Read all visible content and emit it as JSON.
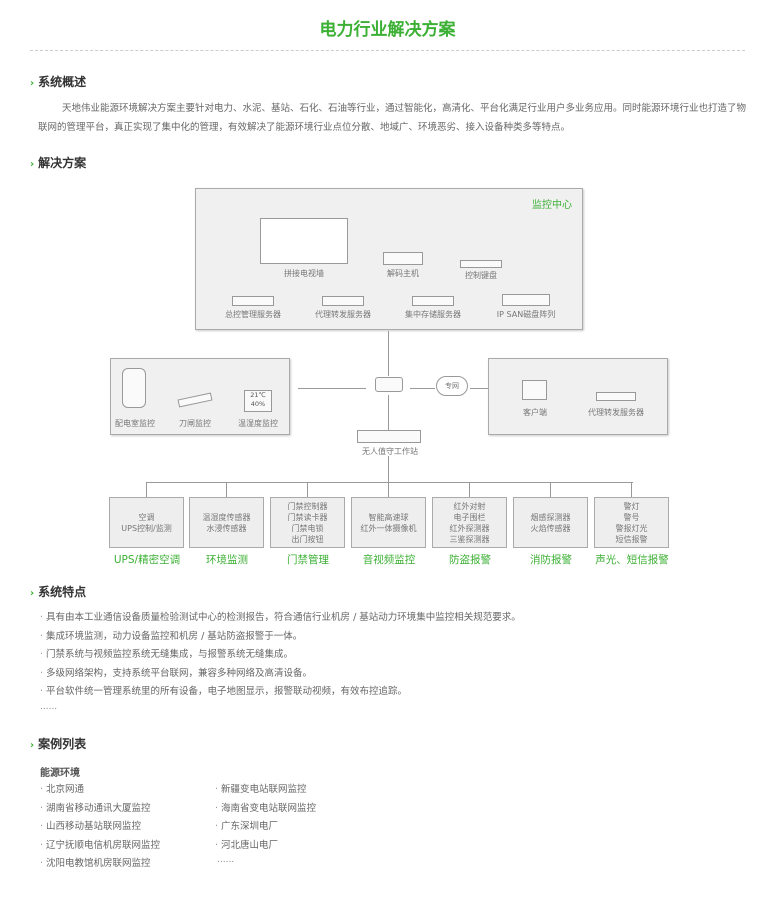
{
  "title": "电力行业解决方案",
  "sections": {
    "overview": {
      "heading": "系统概述",
      "text": "天地伟业能源环境解决方案主要针对电力、水泥、基站、石化、石油等行业，通过智能化，高清化、平台化满足行业用户多业务应用。同时能源环境行业也打造了物联网的管理平台，真正实现了集中化的管理，有效解决了能源环境行业点位分散、地域广、环境恶劣、接入设备种类多等特点。"
    },
    "solution": {
      "heading": "解决方案"
    },
    "features": {
      "heading": "系统特点",
      "items": [
        "具有由本工业通信设备质量检验测试中心的检测报告，符合通信行业机房 / 基站动力环境集中监控相关规范要求。",
        "集成环境监测，动力设备监控和机房 / 基站防盗报警于一体。",
        "门禁系统与视频监控系统无缝集成，与报警系统无缝集成。",
        "多级网络架构，支持系统平台联网，兼容多种网络及高清设备。",
        "平台软件统一管理系统里的所有设备，电子地图显示，报警联动视频，有效布控追踪。"
      ],
      "more": "......"
    },
    "cases": {
      "heading": "案例列表",
      "subheading": "能源环境",
      "col1": [
        "北京网通",
        "湖南省移动通讯大厦监控",
        "山西移动基站联网监控",
        "辽宁抚顺电信机房联网监控",
        "沈阳电教馆机房联网监控"
      ],
      "col2": [
        "新疆变电站联网监控",
        "海南省变电站联网监控",
        "广东深圳电厂",
        "河北唐山电厂"
      ],
      "more": "......"
    }
  },
  "diagram": {
    "center": {
      "title": "监控中心",
      "devices": [
        "拼接电视墙",
        "解码主机",
        "控制键盘",
        "总控管理服务器",
        "代理转发服务器",
        "集中存储服务器",
        "IP SAN磁盘阵列"
      ]
    },
    "left": [
      "配电室监控",
      "刀闸监控",
      "温湿度监控"
    ],
    "sensor_text": [
      "21℃",
      "40%"
    ],
    "right": [
      "客户端",
      "代理转发服务器"
    ],
    "cloud": "专网",
    "workstation": "无人值守工作站",
    "modules": [
      {
        "lines": [
          "空调",
          "UPS控制/监测"
        ],
        "label": "UPS/精密空调"
      },
      {
        "lines": [
          "温湿度传感器",
          "水浸传感器"
        ],
        "label": "环境监测"
      },
      {
        "lines": [
          "门禁控制器",
          "门禁读卡器",
          "门禁电锁",
          "出门按钮"
        ],
        "label": "门禁管理"
      },
      {
        "lines": [
          "智能高速球",
          "红外一体摄像机"
        ],
        "label": "音视频监控"
      },
      {
        "lines": [
          "红外对射",
          "电子围栏",
          "红外探测器",
          "三鉴探测器"
        ],
        "label": "防盗报警"
      },
      {
        "lines": [
          "烟感探测器",
          "火焰传感器"
        ],
        "label": "消防报警"
      },
      {
        "lines": [
          "警灯",
          "警号",
          "警报灯光",
          "短信报警"
        ],
        "label": "声光、短信报警"
      }
    ]
  }
}
